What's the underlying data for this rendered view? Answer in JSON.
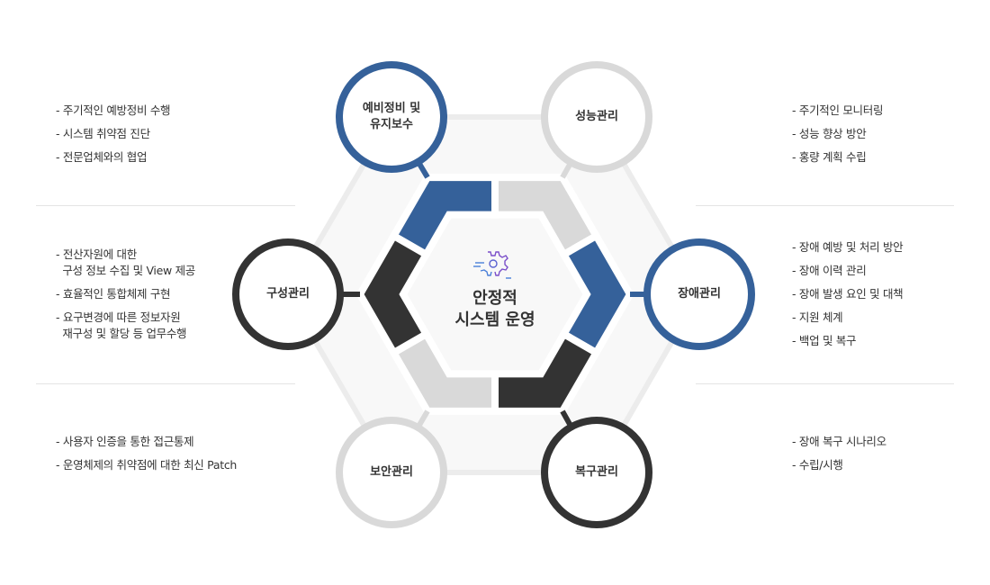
{
  "center": {
    "line1": "안정적",
    "line2": "시스템 운영",
    "icon": "gear-icon"
  },
  "colors": {
    "blue": "#35619a",
    "dark": "#333333",
    "gray": "#d9d9d9",
    "hex_bg": "#f8f8f8",
    "hex_line": "#ececec"
  },
  "nodes": [
    {
      "id": "maintenance",
      "label": "예비정비 및\n유지보수",
      "color": "blue"
    },
    {
      "id": "performance",
      "label": "성능관리",
      "color": "gray"
    },
    {
      "id": "failure",
      "label": "장애관리",
      "color": "blue"
    },
    {
      "id": "recovery",
      "label": "복구관리",
      "color": "dark"
    },
    {
      "id": "security",
      "label": "보안관리",
      "color": "gray"
    },
    {
      "id": "configuration",
      "label": "구성관리",
      "color": "dark"
    }
  ],
  "left_panels": [
    {
      "items": [
        "- 주기적인 예방정비 수행",
        "- 시스템 취약점 진단",
        "- 전문업체와의 협업"
      ]
    },
    {
      "items": [
        "- 전산자원에 대한\n  구성 정보 수집 및 View 제공",
        "- 효율적인 통합체제 구현",
        "- 요구변경에 따른 정보자원\n  재구성 및 할당 등 업무수행"
      ]
    },
    {
      "items": [
        "- 사용자 인증을 통한 접근통제",
        "- 운영체제의 취약점에 대한 최신 Patch"
      ]
    }
  ],
  "right_panels": [
    {
      "items": [
        "- 주기적인 모니터링",
        "- 성능 향상 방안",
        "- 홍량 계획 수립"
      ]
    },
    {
      "items": [
        "- 장애 예방 및 처리 방안",
        "- 장애 이력 관리",
        "- 장애 발생 요인 및 대책",
        "- 지원 체계",
        "- 백업 및 복구"
      ]
    },
    {
      "items": [
        "- 장애 복구 시나리오",
        "- 수립/시행"
      ]
    }
  ]
}
